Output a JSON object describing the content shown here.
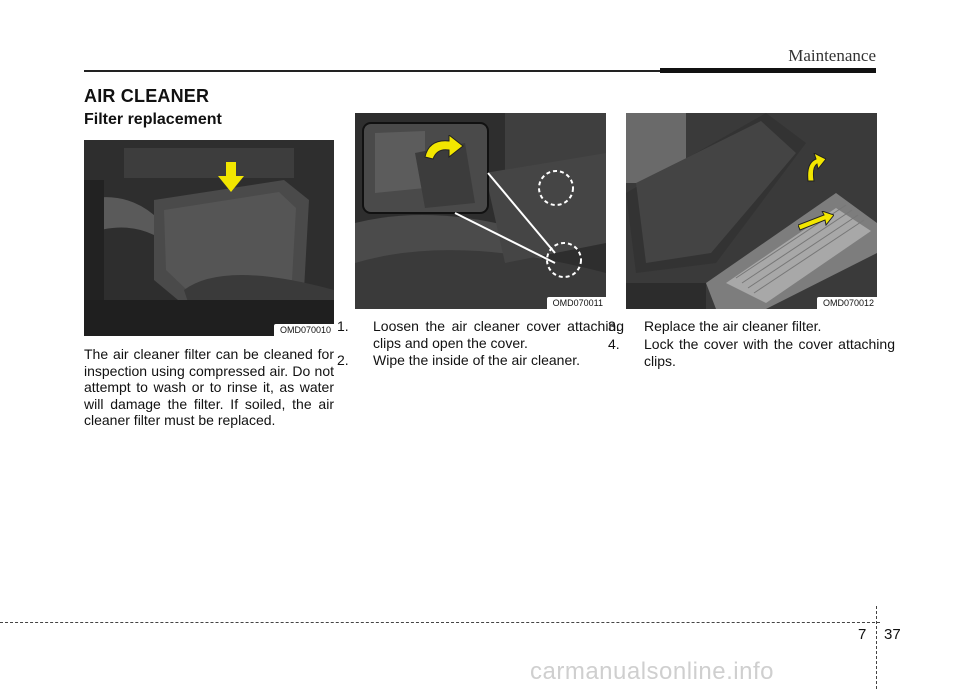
{
  "header": {
    "title": "Maintenance"
  },
  "section": {
    "title": "AIR CLEANER",
    "subtitle": "Filter replacement"
  },
  "figures": [
    {
      "caption": "OMD070010"
    },
    {
      "caption": "OMD070011"
    },
    {
      "caption": "OMD070012"
    }
  ],
  "col1": {
    "text": "The air cleaner filter can be cleaned for inspection using compressed air. Do not attempt to wash or to rinse it, as water will damage the filter. If soiled, the air cleaner filter must be replaced."
  },
  "col2": {
    "steps": [
      {
        "num": "1.",
        "text": "Loosen the air cleaner cover attaching clips and open the cover."
      },
      {
        "num": "2.",
        "text": "Wipe the inside of the air cleaner."
      }
    ]
  },
  "col3": {
    "steps": [
      {
        "num": "3.",
        "text": "Replace the air cleaner filter."
      },
      {
        "num": "4.",
        "text": "Lock the cover with the cover attaching clips."
      }
    ]
  },
  "footer": {
    "chapter": "7",
    "page": "37"
  },
  "watermark": "carmanualsonline.info",
  "colors": {
    "arrow": "#f2e600",
    "photo_bg": "#2a2a2a",
    "rule": "#111111"
  }
}
